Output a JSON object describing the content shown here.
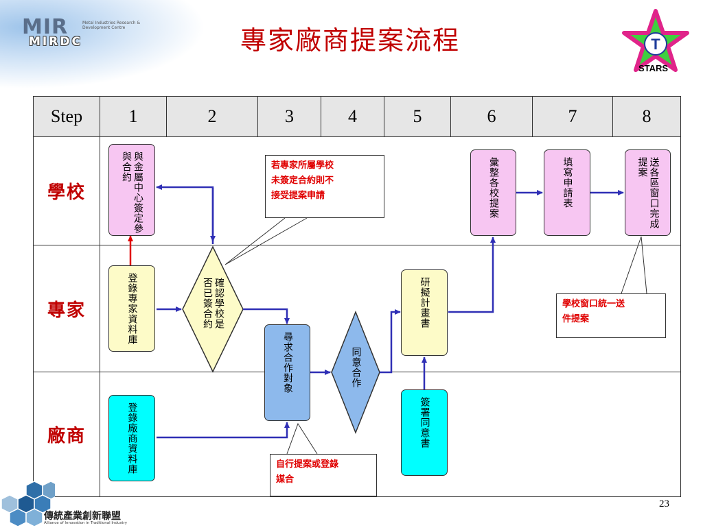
{
  "title": "專家廠商提案流程",
  "logos": {
    "left_main": "MIR",
    "left_sub": "MIRDC",
    "left_fine": [
      "Metal Industries Research &",
      "Development Centre"
    ],
    "right": "STARS",
    "right_letter": "T",
    "footer_main": "傳統產業創新聯盟",
    "footer_sub": "Alliance of Innovation in Traditional Industry"
  },
  "table": {
    "step_label": "Step",
    "steps": [
      "1",
      "2",
      "3",
      "4",
      "5",
      "6",
      "7",
      "8"
    ],
    "lanes": [
      "學校",
      "專家",
      "廠商"
    ]
  },
  "nodes": {
    "school_contract": "與金屬中心簽定參與合約",
    "expert_register": "登錄專家資料庫",
    "confirm_contract": "確認學校是否已簽合約",
    "find_partner": "尋求合作對象",
    "agree_coop": "同意合作",
    "draft_plan": "研擬計畫書",
    "sign_agreement": "簽署同意書",
    "vendor_register": "登錄廠商資料庫",
    "collect_proposals": "彙整各校提案",
    "fill_form": "填寫申請表",
    "submit_window": "送各區窗口完成提案"
  },
  "callouts": {
    "no_contract": [
      "若專家所屬學校",
      "未簽定合約則不",
      "接受提案申請"
    ],
    "school_window": [
      "學校窗口統一送",
      "件提案"
    ],
    "self_propose": [
      "自行提案或登錄",
      "媒合"
    ]
  },
  "colors": {
    "pink": "#f7c6f2",
    "yellow": "#fdfbc8",
    "blue": "#8db9ec",
    "cyan": "#00ffff",
    "arrow": "#2f2fb5",
    "red_arrow": "#e00000",
    "title_red": "#c00000"
  },
  "page_number": "23"
}
